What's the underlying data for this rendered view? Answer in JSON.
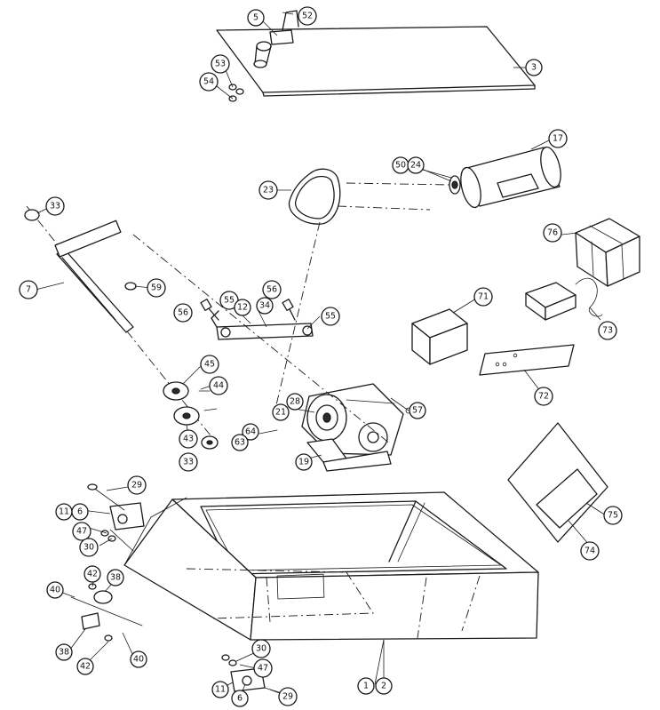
{
  "callouts": [
    {
      "id": "c5",
      "label": "5"
    },
    {
      "id": "c52",
      "label": "52"
    },
    {
      "id": "c3",
      "label": "3"
    },
    {
      "id": "c53",
      "label": "53"
    },
    {
      "id": "c54",
      "label": "54"
    },
    {
      "id": "c17",
      "label": "17"
    },
    {
      "id": "c50",
      "label": "50"
    },
    {
      "id": "c24",
      "label": "24"
    },
    {
      "id": "c23",
      "label": "23"
    },
    {
      "id": "c33a",
      "label": "33"
    },
    {
      "id": "c7",
      "label": "7"
    },
    {
      "id": "c59",
      "label": "59"
    },
    {
      "id": "c56a",
      "label": "56"
    },
    {
      "id": "c55a",
      "label": "55"
    },
    {
      "id": "c12",
      "label": "12"
    },
    {
      "id": "c34",
      "label": "34"
    },
    {
      "id": "c56b",
      "label": "56"
    },
    {
      "id": "c55b",
      "label": "55"
    },
    {
      "id": "c76",
      "label": "76"
    },
    {
      "id": "c73",
      "label": "73"
    },
    {
      "id": "c71",
      "label": "71"
    },
    {
      "id": "c72",
      "label": "72"
    },
    {
      "id": "c45",
      "label": "45"
    },
    {
      "id": "c44",
      "label": "44"
    },
    {
      "id": "c43",
      "label": "43"
    },
    {
      "id": "c33b",
      "label": "33"
    },
    {
      "id": "c28",
      "label": "28"
    },
    {
      "id": "c21",
      "label": "21"
    },
    {
      "id": "c57",
      "label": "57"
    },
    {
      "id": "c64",
      "label": "64"
    },
    {
      "id": "c63",
      "label": "63"
    },
    {
      "id": "c19",
      "label": "19"
    },
    {
      "id": "c75",
      "label": "75"
    },
    {
      "id": "c74",
      "label": "74"
    },
    {
      "id": "c29a",
      "label": "29"
    },
    {
      "id": "c11a",
      "label": "11"
    },
    {
      "id": "c6a",
      "label": "6"
    },
    {
      "id": "c47a",
      "label": "47"
    },
    {
      "id": "c30a",
      "label": "30"
    },
    {
      "id": "c42a",
      "label": "42"
    },
    {
      "id": "c38a",
      "label": "38"
    },
    {
      "id": "c40a",
      "label": "40"
    },
    {
      "id": "c38b",
      "label": "38"
    },
    {
      "id": "c42b",
      "label": "42"
    },
    {
      "id": "c40b",
      "label": "40"
    },
    {
      "id": "c30b",
      "label": "30"
    },
    {
      "id": "c47b",
      "label": "47"
    },
    {
      "id": "c11b",
      "label": "11"
    },
    {
      "id": "c6b",
      "label": "6"
    },
    {
      "id": "c29b",
      "label": "29"
    },
    {
      "id": "c1",
      "label": "1"
    },
    {
      "id": "c2",
      "label": "2"
    }
  ]
}
